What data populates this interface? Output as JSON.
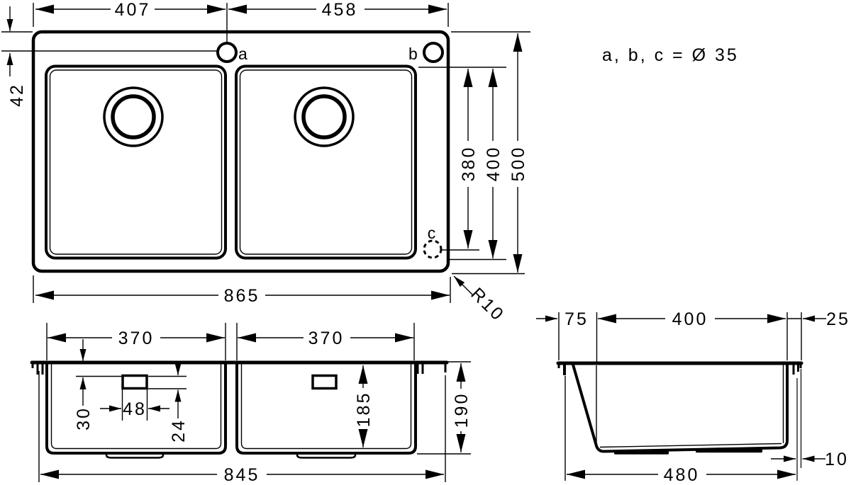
{
  "note": "a, b, c = Ø 35",
  "plan": {
    "dim_top_left": "407",
    "dim_top_right": "458",
    "dim_hole_offset": "42",
    "dim_depth_hole_c": "380",
    "dim_bowl_depth": "400",
    "dim_total_depth": "500",
    "dim_total_width": "865",
    "corner_radius": "R10",
    "hole_a": "a",
    "hole_b": "b",
    "hole_c": "c"
  },
  "front": {
    "dim_bowl_left_width": "370",
    "dim_bowl_right_width": "370",
    "dim_overflow_offset": "30",
    "dim_overflow_width": "48",
    "dim_overflow_height": "24",
    "dim_inner_depth": "185",
    "dim_outer_depth": "190",
    "dim_mount_width": "845"
  },
  "side": {
    "dim_front_deck": "75",
    "dim_bowl_width": "400",
    "dim_rear_deck": "25",
    "dim_bottom_inset": "10",
    "dim_mount_depth": "480"
  }
}
